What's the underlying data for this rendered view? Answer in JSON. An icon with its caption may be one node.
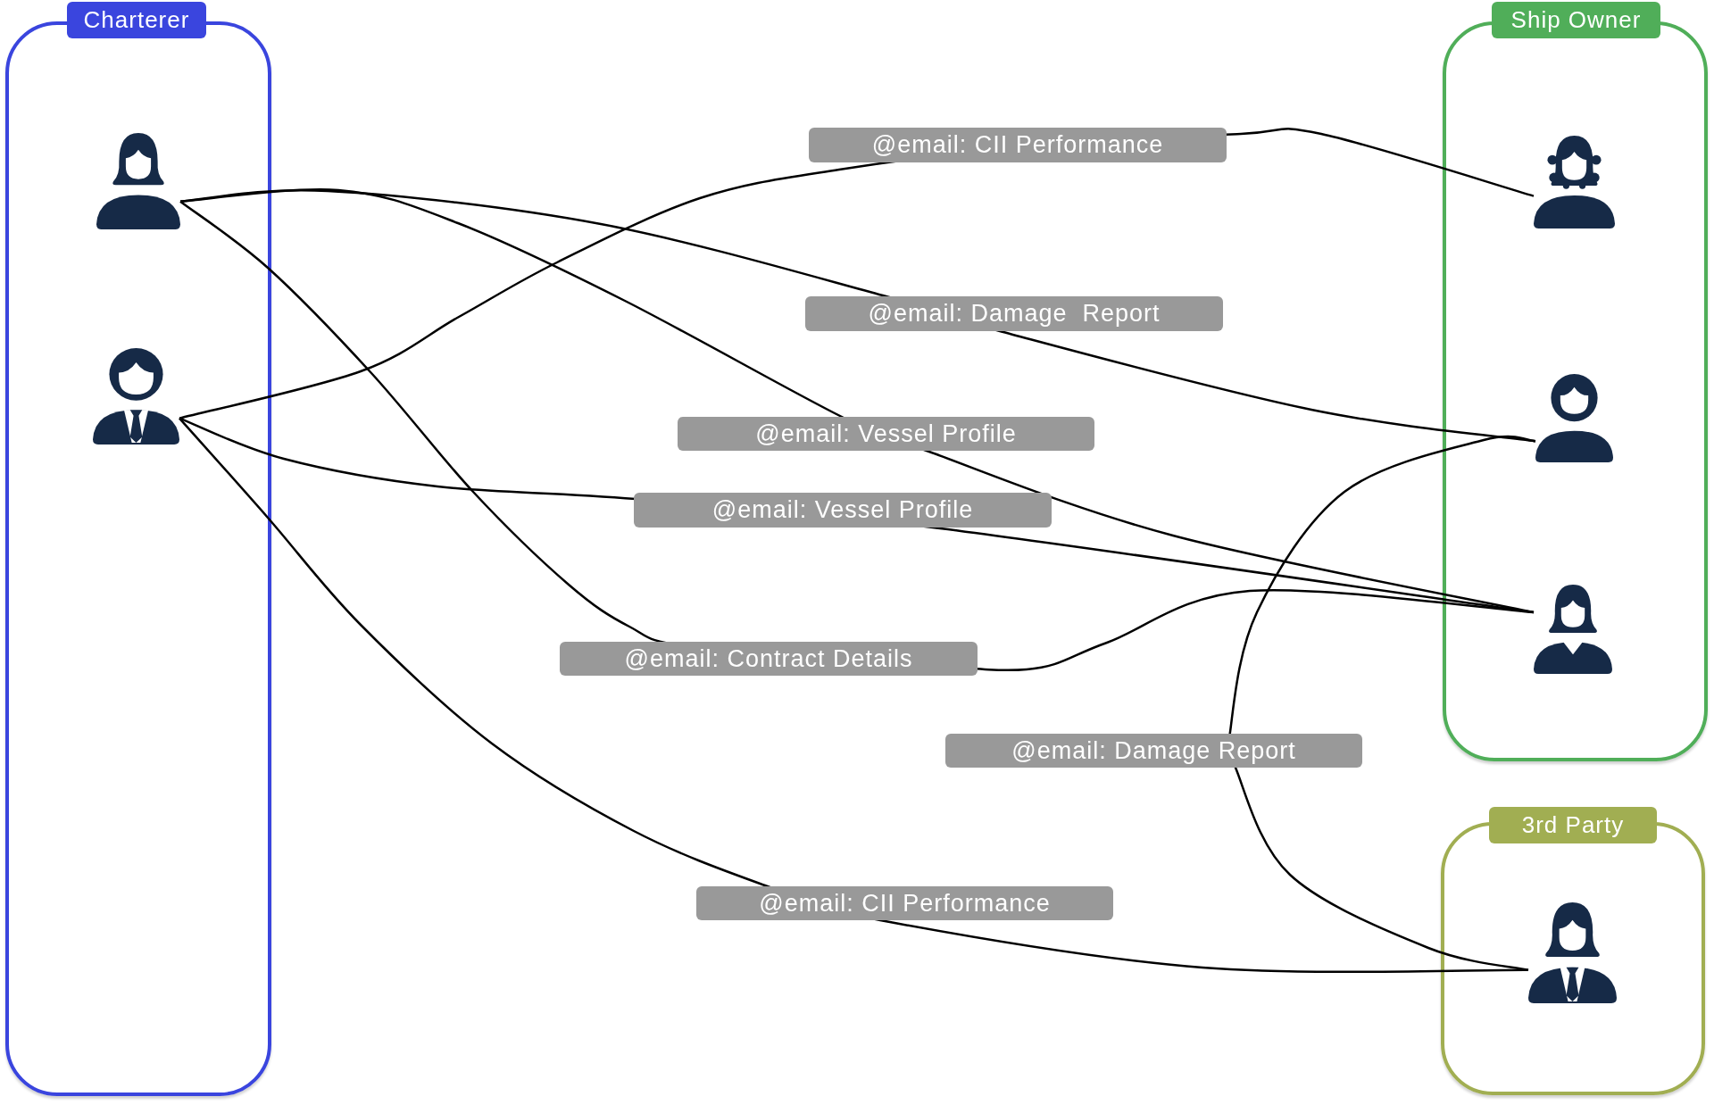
{
  "diagram": {
    "nodes": [
      {
        "text": [
          "Charterer"
        ]
      },
      {
        "text": [],
        "shape": "person",
        "in": 0
      },
      {
        "text": [],
        "shape": "person",
        "in": 0
      },
      {
        "text": [
          "Ship Owner"
        ]
      },
      {
        "text": [],
        "shape": "person",
        "in": 3
      },
      {
        "text": [],
        "shape": "person",
        "in": 3
      },
      {
        "text": [],
        "shape": "person",
        "in": 3
      },
      {
        "text": [
          "3rd Party"
        ]
      },
      {
        "text": [],
        "shape": "person",
        "in": 7
      }
    ],
    "edges": [
      {
        "from": 2,
        "to": 4,
        "arrow": "none",
        "label": "@email: CII Performance"
      },
      {
        "from": 1,
        "to": 5,
        "arrow": "none",
        "label": "@email: Damage  Report"
      },
      {
        "from": 1,
        "to": 6,
        "arrow": "none",
        "label": "@email: Vessel Profile"
      },
      {
        "from": 2,
        "to": 6,
        "arrow": "none",
        "label": "@email: Vessel Profile"
      },
      {
        "from": 1,
        "to": 6,
        "arrow": "none",
        "label": "@email: Contract Details"
      },
      {
        "from": 5,
        "to": 8,
        "arrow": "none",
        "label": "@email: Damage Report"
      },
      {
        "from": 2,
        "to": 8,
        "arrow": "none",
        "label": "@email: CII Performance"
      }
    ]
  }
}
